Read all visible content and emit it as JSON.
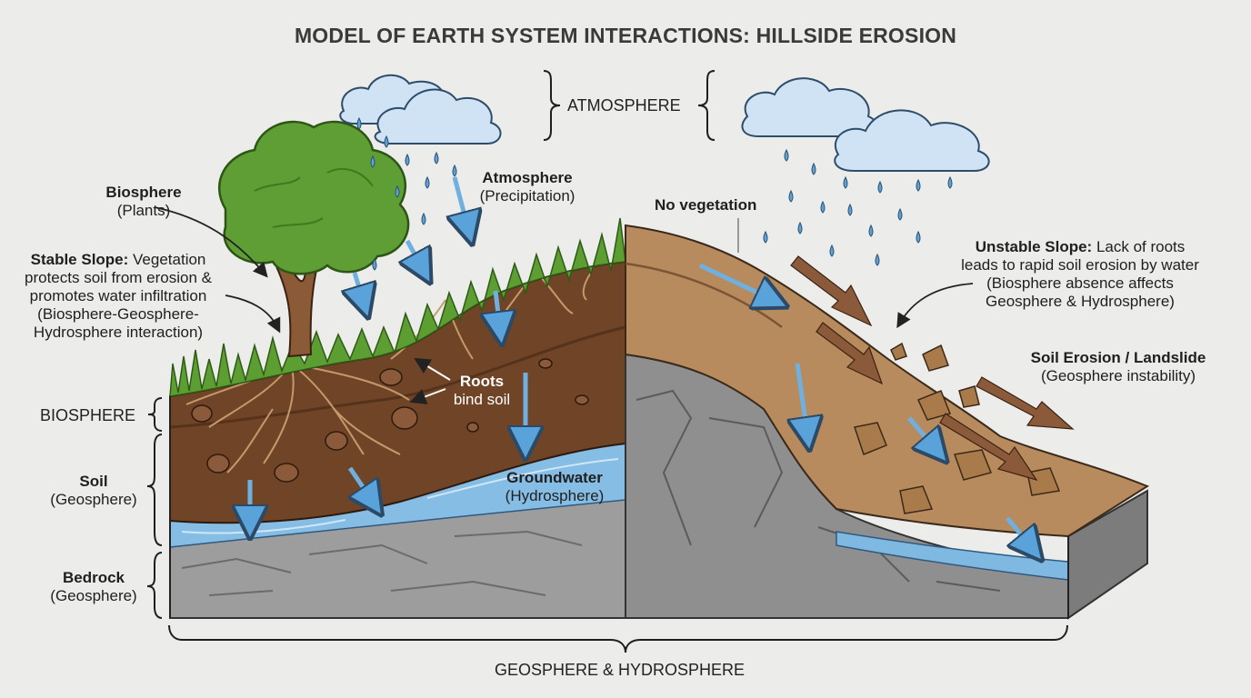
{
  "title": "MODEL OF EARTH SYSTEM INTERACTIONS: HILLSIDE EROSION",
  "brackets": {
    "atmosphere": "ATMOSPHERE",
    "biosphere": "BIOSPHERE",
    "bottom": "GEOSPHERE & HYDROSPHERE"
  },
  "left": {
    "biosphere": {
      "title": "Biosphere",
      "sub": "(Plants)"
    },
    "atmosphere": {
      "title": "Atmosphere",
      "sub": "(Precipitation)"
    },
    "stable": {
      "lead": "Stable Slope:",
      "line1": "Vegetation",
      "line2": "protects soil from erosion &",
      "line3": "promotes water infiltration",
      "line4": "(Biosphere-Geosphere-",
      "line5": "Hydrosphere interaction)"
    },
    "roots": {
      "title": "Roots",
      "sub": "bind soil"
    },
    "groundwater": {
      "title": "Groundwater",
      "sub": "(Hydrosphere)"
    },
    "soil": {
      "title": "Soil",
      "sub": "(Geosphere)"
    },
    "bedrock": {
      "title": "Bedrock",
      "sub": "(Geosphere)"
    }
  },
  "right": {
    "novegetation": "No vegetation",
    "unstable": {
      "lead": "Unstable Slope:",
      "line1": "Lack of roots",
      "line2": "leads to rapid soil erosion by water",
      "line3": "(Biosphere absence affects",
      "line4": "Geosphere & Hydrosphere)"
    },
    "landslide": {
      "title": "Soil Erosion / Landslide",
      "sub": "(Geosphere instability)"
    }
  },
  "colors": {
    "background": "#ececea",
    "soil_dark": "#6b3f22",
    "soil_light": "#b58a5c",
    "water": "#7fb8e0",
    "rock": "#9a9a9a",
    "grass": "#5a9e2f",
    "arrow_blue": "#6fb0e0",
    "arrow_brown": "#8a5a3a"
  }
}
